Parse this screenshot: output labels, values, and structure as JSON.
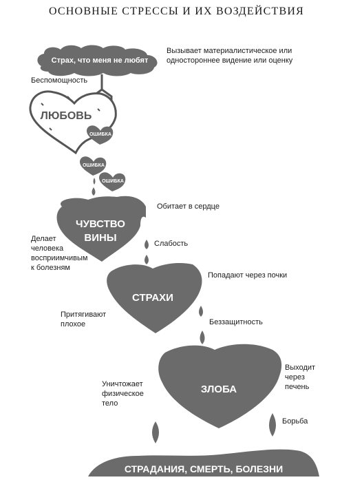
{
  "title": "ОСНОВНЫЕ СТРЕССЫ И ИХ ВОЗДЕЙСТВИЯ",
  "cloud_label": "Страх, что меня не любят",
  "love_label": "ЛЮБОВЬ",
  "errors": [
    "ОШИБКА",
    "ОШИБКА",
    "ОШИБКА"
  ],
  "hearts": {
    "guilt_line1": "ЧУВСТВО",
    "guilt_line2": "ВИНЫ",
    "fears": "СТРАХИ",
    "anger": "ЗЛОБА"
  },
  "ground_label": "СТРАДАНИЯ, СМЕРТЬ, БОЛЕЗНИ",
  "notes": {
    "cloud_effect": "Вызывает материалистическое или одностороннее видение или оценку",
    "helplessness": "Беспомощность",
    "guilt_location": "Обитает в сердце",
    "guilt_effect": "Делает человека восприимчивым к болезням",
    "weakness": "Слабость",
    "fears_entry": "Попадают через почки",
    "fears_effect": "Притягивают плохое",
    "defenseless": "Беззащитность",
    "anger_exit": "Выходит через печень",
    "anger_effect": "Уничтожает физическое тело",
    "struggle": "Борьба"
  },
  "colors": {
    "shape_fill": "#6b6b6b",
    "outline": "#555555",
    "text": "#1a1a1a"
  }
}
